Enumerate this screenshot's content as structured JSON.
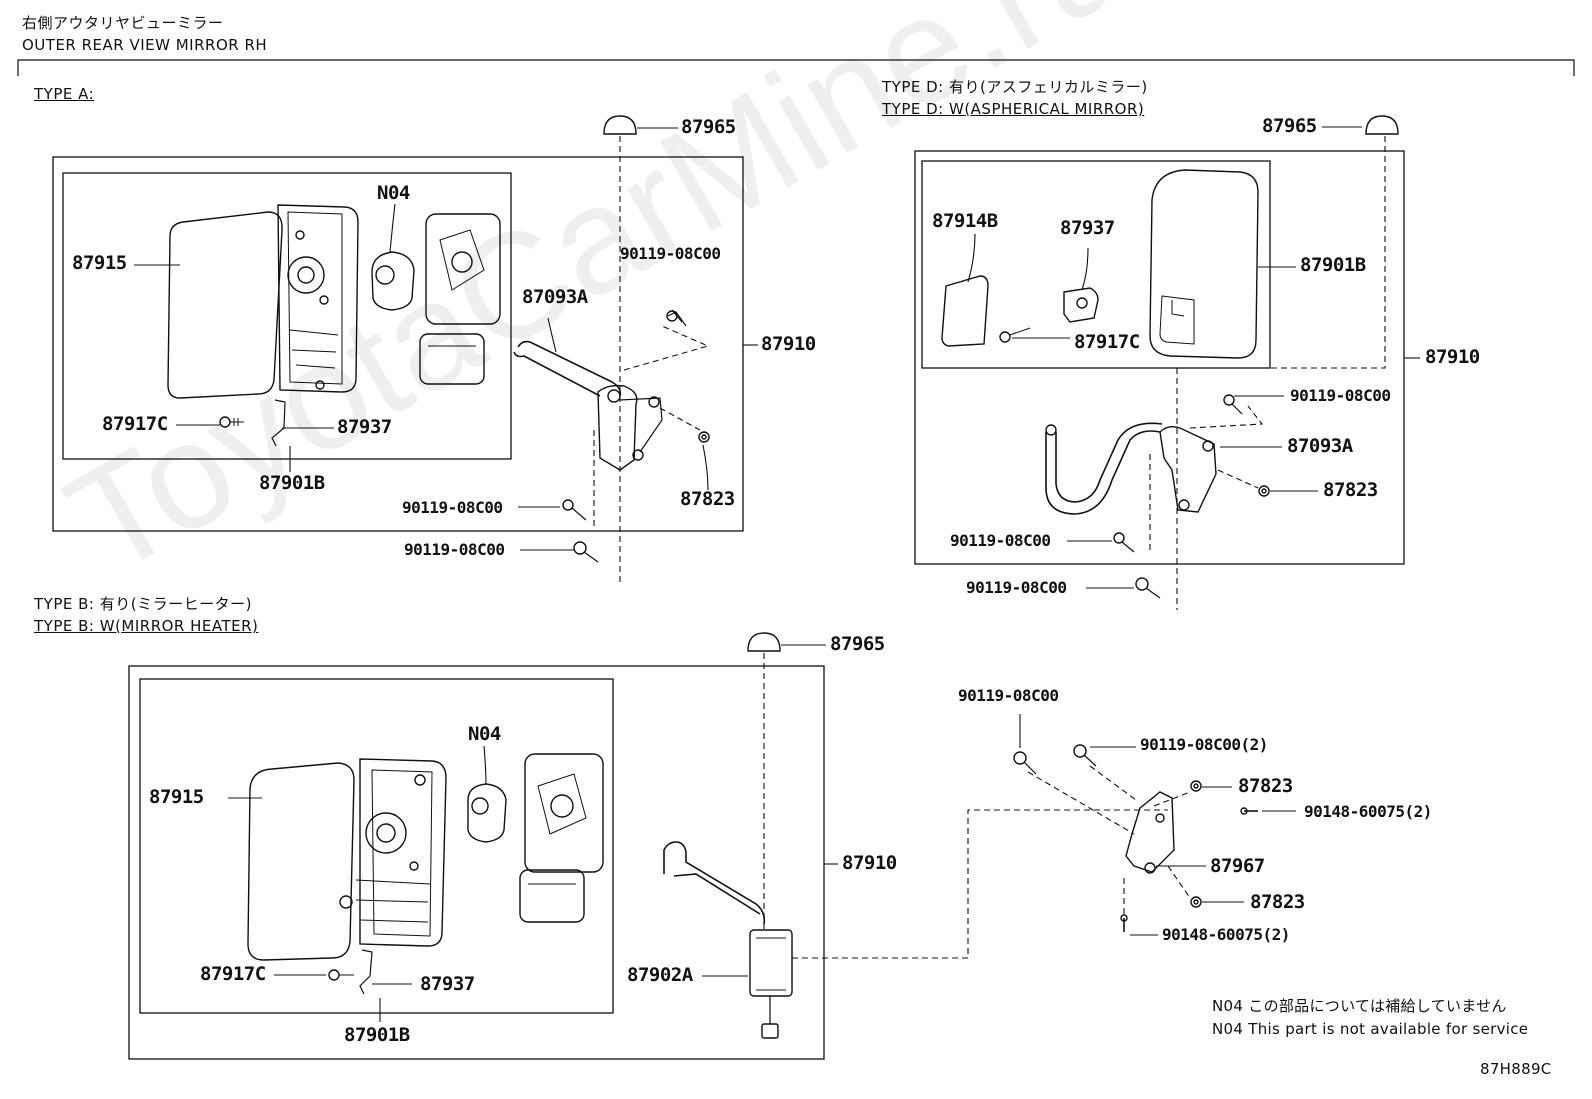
{
  "header": {
    "title_jp": "右側アウタリヤビューミラー",
    "title_en": "OUTER REAR VIEW MIRROR RH"
  },
  "watermark": "ToyotaCarMine.ru",
  "sections": {
    "type_a": {
      "label": "TYPE A:"
    },
    "type_d": {
      "label_jp": "TYPE D: 有り(アスフェリカルミラー)",
      "label_en": "TYPE D: W(ASPHERICAL MIRROR)"
    },
    "type_b": {
      "label_jp": "TYPE B: 有り(ミラーヒーター)",
      "label_en": "TYPE B: W(MIRROR HEATER)"
    }
  },
  "parts": {
    "a_87965": "87965",
    "a_87915": "87915",
    "a_n04": "N04",
    "a_87093a": "87093A",
    "a_90119_top": "90119-08C00",
    "a_87910": "87910",
    "a_87917c": "87917C",
    "a_87937": "87937",
    "a_87901b": "87901B",
    "a_90119_mid": "90119-08C00",
    "a_87823": "87823",
    "a_90119_bot": "90119-08C00",
    "d_87965": "87965",
    "d_87914b": "87914B",
    "d_87937": "87937",
    "d_87901b": "87901B",
    "d_87917c": "87917C",
    "d_87910": "87910",
    "d_90119_top": "90119-08C00",
    "d_87093a": "87093A",
    "d_87823": "87823",
    "d_90119_mid": "90119-08C00",
    "d_90119_bot": "90119-08C00",
    "b_87965": "87965",
    "b_n04": "N04",
    "b_87915": "87915",
    "b_87910": "87910",
    "b_87917c": "87917C",
    "b_87937": "87937",
    "b_87902a": "87902A",
    "b_87901b": "87901B",
    "e_90119_a": "90119-08C00",
    "e_90119_b": "90119-08C00(2)",
    "e_87823_a": "87823",
    "e_90148_a": "90148-60075(2)",
    "e_87967": "87967",
    "e_87823_b": "87823",
    "e_90148_b": "90148-60075(2)"
  },
  "notes": {
    "jp": "N04 この部品については補給していません",
    "en": "N04 This part is not available for service"
  },
  "drawing_code": "87H889C"
}
